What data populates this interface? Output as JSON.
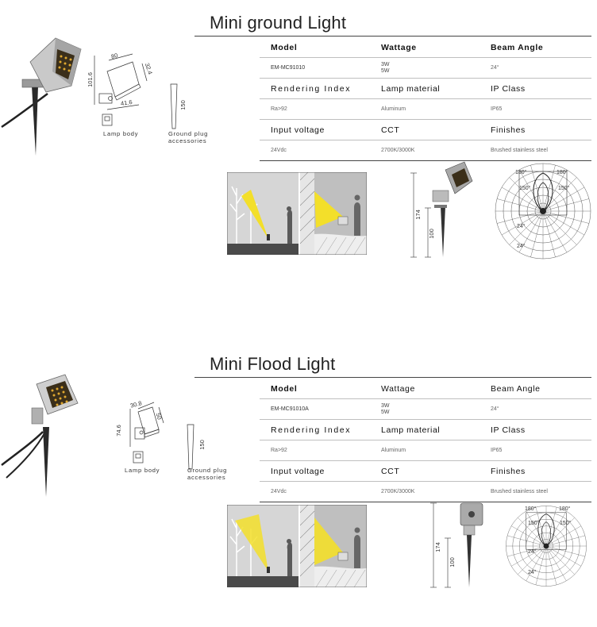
{
  "sections": [
    {
      "title": "Mini ground Light",
      "spec": {
        "model_label": "Model",
        "model_value": "EM-MC91010",
        "wattage_label": "Wattage",
        "wattage_values": [
          "3W",
          "5W"
        ],
        "beam_label": "Beam Angle",
        "beam_value": "24°",
        "rendering_label": "Rendering Index",
        "rendering_value": "Ra>92",
        "material_label": "Lamp material",
        "material_value": "Aluminum",
        "ip_label": "IP Class",
        "ip_value": "IP65",
        "voltage_label": "Input voltage",
        "voltage_value": "24Vdc",
        "cct_label": "CCT",
        "cct_value": "2700K/3000K",
        "finish_label": "Finishes",
        "finish_value": "Brushed stainless steel"
      },
      "drawing": {
        "dims": [
          "80",
          "32.4",
          "101.6",
          "41.6",
          "150"
        ],
        "lamp_body_caption": "Lamp body",
        "plug_caption_lines": [
          "Ground plug",
          "accessories"
        ]
      },
      "side_dims": [
        "174",
        "100"
      ],
      "polar_labels": [
        "180°",
        "180°",
        "150°",
        "150°",
        "24°",
        "24°"
      ]
    },
    {
      "title": "Mini Flood Light",
      "spec": {
        "model_label": "Model",
        "model_value": "EM-MC91010A",
        "wattage_label": "Wattage",
        "wattage_values": [
          "3W",
          "5W"
        ],
        "beam_label": "Beam Angle",
        "beam_value": "24°",
        "rendering_label": "Rendering Index",
        "rendering_value": "Ra>92",
        "material_label": "Lamp material",
        "material_value": "Aluminum",
        "ip_label": "IP Class",
        "ip_value": "IP65",
        "voltage_label": "Input voltage",
        "voltage_value": "24Vdc",
        "cct_label": "CCT",
        "cct_value": "2700K/3000K",
        "finish_label": "Finishes",
        "finish_value": "Brushed stainless steel"
      },
      "drawing": {
        "dims": [
          "30.8",
          "50",
          "74.6",
          "150"
        ],
        "lamp_body_caption": "Lamp body",
        "plug_caption_lines": [
          "Ground plug",
          "accessories"
        ]
      },
      "side_dims": [
        "174",
        "100"
      ],
      "polar_labels": [
        "180°",
        "180°",
        "150°",
        "150°",
        "24°",
        "24°"
      ]
    }
  ],
  "colors": {
    "beam_yellow": "#f3df2a",
    "ground_dark": "#4a4a4a",
    "stainless": "#b8b8b8"
  }
}
